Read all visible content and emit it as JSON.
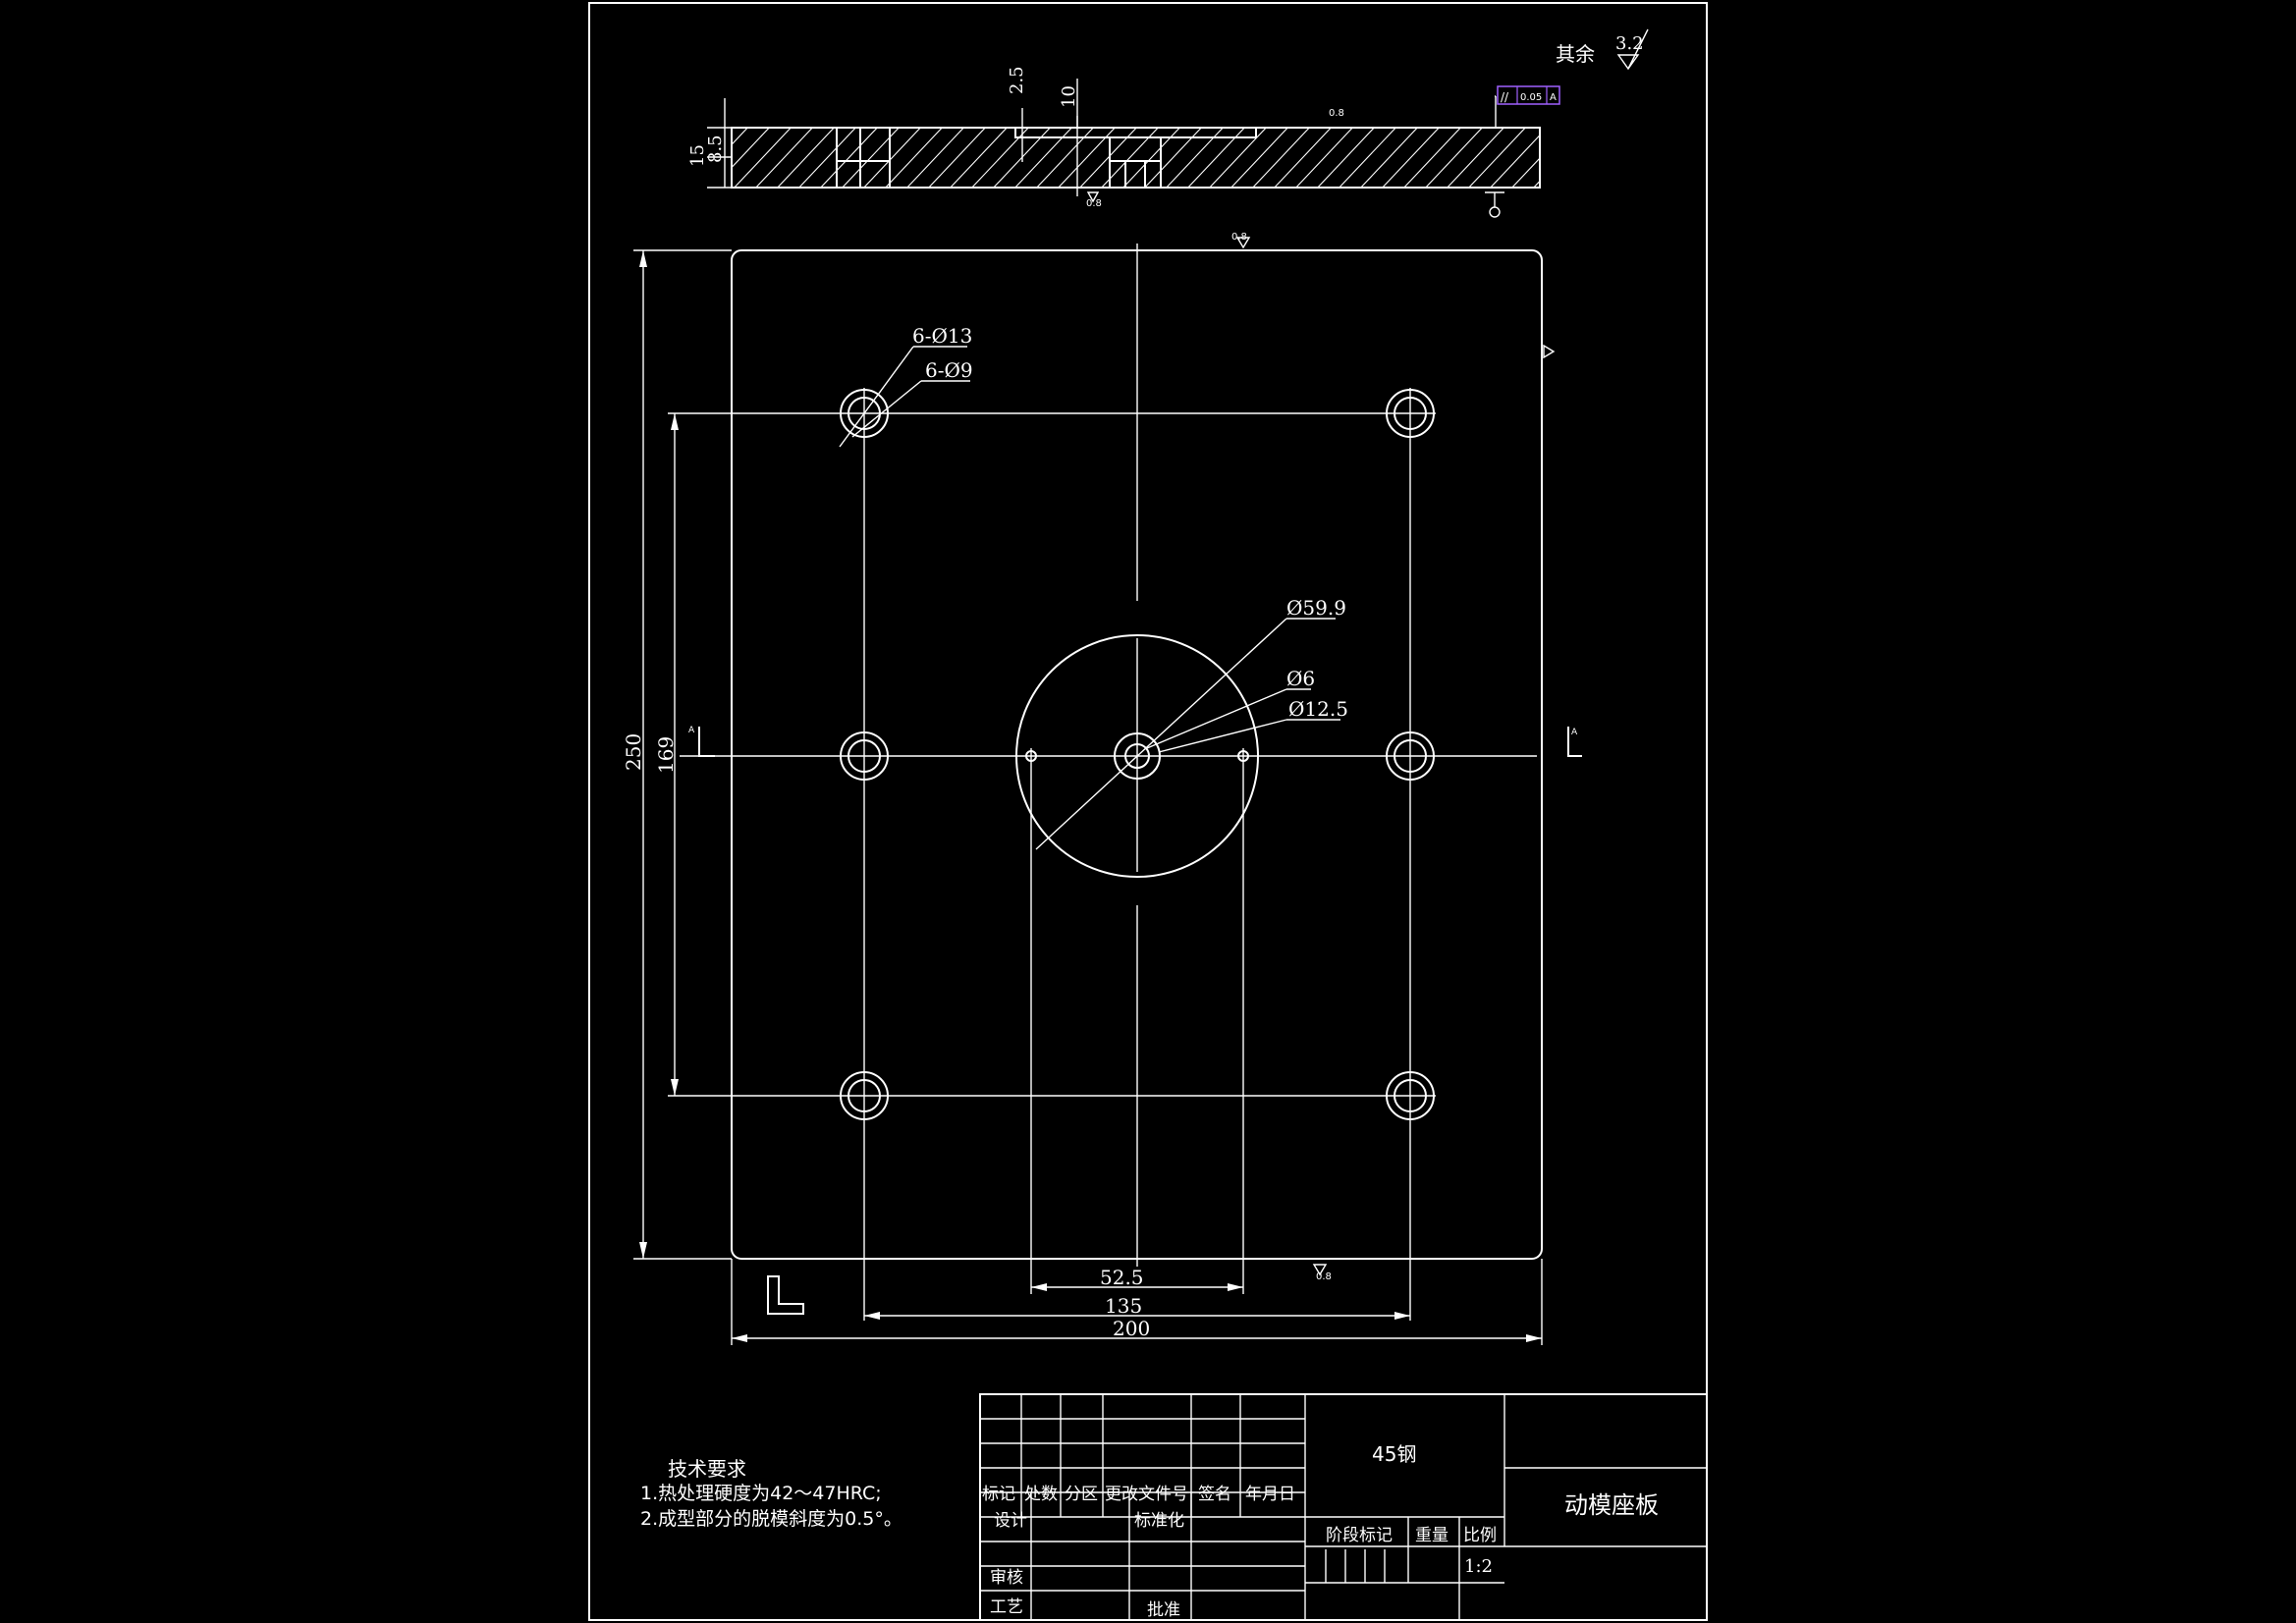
{
  "roughness_note": {
    "label": "其余",
    "value": "3.2"
  },
  "section_view": {
    "dim_2_5": "2.5",
    "dim_10": "10",
    "dim_15": "15",
    "dim_8_5": "8.5",
    "tolerance_value": "0.05",
    "tolerance_datum": "A",
    "roughness_small": "0.8"
  },
  "plan_view": {
    "holes_outer": "6-Ø13",
    "holes_inner": "6-Ø9",
    "dia_large": "Ø59.9",
    "dia_small": "Ø6",
    "dia_mid": "Ø12.5",
    "dim_height": "250",
    "dim_inner_height": "169",
    "dim_52_5": "52.5",
    "dim_135": "135",
    "dim_200": "200",
    "section_mark": "A"
  },
  "tech_requirements": {
    "title": "技术要求",
    "items": [
      "1.热处理硬度为42～47HRC;",
      "2.成型部分的脱模斜度为0.5°。"
    ]
  },
  "title_block": {
    "material": "45钢",
    "part_name": "动模座板",
    "scale": "1:2",
    "headers": {
      "mark": "标记",
      "count": "处数",
      "zone": "分区",
      "change_doc": "更改文件号",
      "sign": "签名",
      "date": "年月日",
      "design": "设计",
      "standard": "标准化",
      "review": "审核",
      "process": "工艺",
      "approve": "批准",
      "stage": "阶段标记",
      "weight": "重量",
      "scale_label": "比例"
    }
  }
}
